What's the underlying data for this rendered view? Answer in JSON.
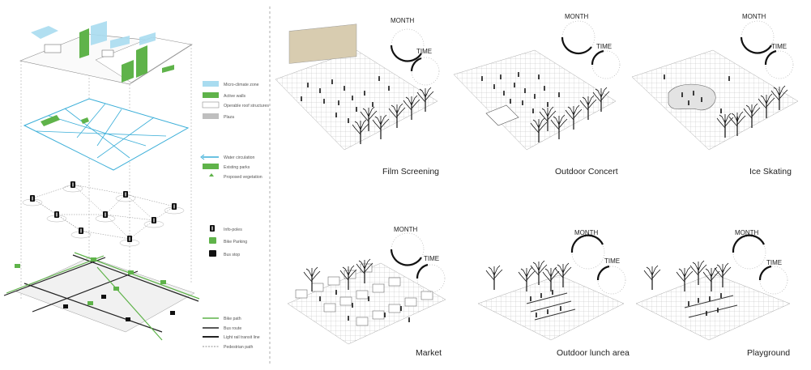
{
  "legend_top": [
    {
      "label": "Micro-climate zone",
      "color": "#a9dcf0"
    },
    {
      "label": "Active walls",
      "color": "#5fb34a"
    },
    {
      "label": "Operable roof structures",
      "color": "#ffffff"
    },
    {
      "label": "Plaza",
      "color": "#bfbfbf"
    }
  ],
  "legend_water": [
    {
      "label": "Water circulation",
      "color": "#3aaed8"
    },
    {
      "label": "Existing parks",
      "color": "#5fb34a"
    },
    {
      "label": "Proposed vegetation",
      "color": "#5fb34a"
    }
  ],
  "legend_nodes": [
    {
      "label": "Info-poles"
    },
    {
      "label": "Bike Parking"
    },
    {
      "label": "Bus stop"
    }
  ],
  "legend_paths": [
    {
      "label": "Bike path",
      "color": "#5fb34a"
    },
    {
      "label": "Bus route",
      "color": "#222222"
    },
    {
      "label": "Light rail transit line",
      "color": "#222222"
    },
    {
      "label": "Pedestrian path",
      "color": "#222222"
    }
  ],
  "dial_labels": {
    "month": "MONTH",
    "time": "TIME"
  },
  "scenarios": [
    {
      "title": "Film Screening"
    },
    {
      "title": "Outdoor Concert"
    },
    {
      "title": "Ice Skating"
    },
    {
      "title": "Market"
    },
    {
      "title": "Outdoor lunch area"
    },
    {
      "title": "Playground"
    }
  ]
}
